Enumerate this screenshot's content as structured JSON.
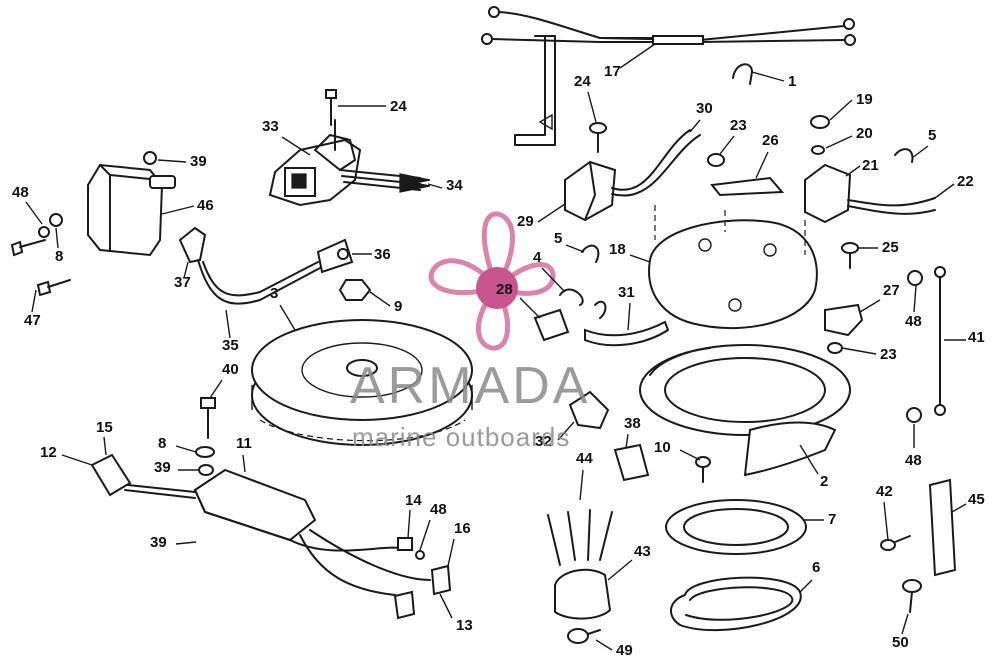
{
  "watermark": {
    "brand": "ARMADA",
    "tagline": "marine outboards",
    "logo_color": "#d983ad",
    "logo_center_color": "#c8558d",
    "text_color": "#8a8a8a"
  },
  "callouts": [
    {
      "id": "1",
      "text": "1"
    },
    {
      "id": "2",
      "text": "2"
    },
    {
      "id": "3",
      "text": "3"
    },
    {
      "id": "4",
      "text": "4"
    },
    {
      "id": "5a",
      "text": "5"
    },
    {
      "id": "5b",
      "text": "5"
    },
    {
      "id": "6",
      "text": "6"
    },
    {
      "id": "7",
      "text": "7"
    },
    {
      "id": "8a",
      "text": "8"
    },
    {
      "id": "8b",
      "text": "8"
    },
    {
      "id": "9",
      "text": "9"
    },
    {
      "id": "10",
      "text": "10"
    },
    {
      "id": "11",
      "text": "11"
    },
    {
      "id": "12",
      "text": "12"
    },
    {
      "id": "13",
      "text": "13"
    },
    {
      "id": "14",
      "text": "14"
    },
    {
      "id": "15",
      "text": "15"
    },
    {
      "id": "16",
      "text": "16"
    },
    {
      "id": "17",
      "text": "17"
    },
    {
      "id": "18",
      "text": "18"
    },
    {
      "id": "19",
      "text": "19"
    },
    {
      "id": "20",
      "text": "20"
    },
    {
      "id": "21",
      "text": "21"
    },
    {
      "id": "22",
      "text": "22"
    },
    {
      "id": "23a",
      "text": "23"
    },
    {
      "id": "23b",
      "text": "23"
    },
    {
      "id": "24a",
      "text": "24"
    },
    {
      "id": "24b",
      "text": "24"
    },
    {
      "id": "25",
      "text": "25"
    },
    {
      "id": "26",
      "text": "26"
    },
    {
      "id": "27",
      "text": "27"
    },
    {
      "id": "28",
      "text": "28"
    },
    {
      "id": "29",
      "text": "29"
    },
    {
      "id": "30",
      "text": "30"
    },
    {
      "id": "31",
      "text": "31"
    },
    {
      "id": "32",
      "text": "32"
    },
    {
      "id": "33",
      "text": "33"
    },
    {
      "id": "34",
      "text": "34"
    },
    {
      "id": "35",
      "text": "35"
    },
    {
      "id": "36",
      "text": "36"
    },
    {
      "id": "37",
      "text": "37"
    },
    {
      "id": "38",
      "text": "38"
    },
    {
      "id": "39a",
      "text": "39"
    },
    {
      "id": "39b",
      "text": "39"
    },
    {
      "id": "39c",
      "text": "39"
    },
    {
      "id": "40",
      "text": "40"
    },
    {
      "id": "41",
      "text": "41"
    },
    {
      "id": "42",
      "text": "42"
    },
    {
      "id": "43",
      "text": "43"
    },
    {
      "id": "44",
      "text": "44"
    },
    {
      "id": "45",
      "text": "45"
    },
    {
      "id": "46",
      "text": "46"
    },
    {
      "id": "47",
      "text": "47"
    },
    {
      "id": "48a",
      "text": "48"
    },
    {
      "id": "48b",
      "text": "48"
    },
    {
      "id": "48c",
      "text": "48"
    },
    {
      "id": "48d",
      "text": "48"
    },
    {
      "id": "49",
      "text": "49"
    },
    {
      "id": "50",
      "text": "50"
    }
  ]
}
